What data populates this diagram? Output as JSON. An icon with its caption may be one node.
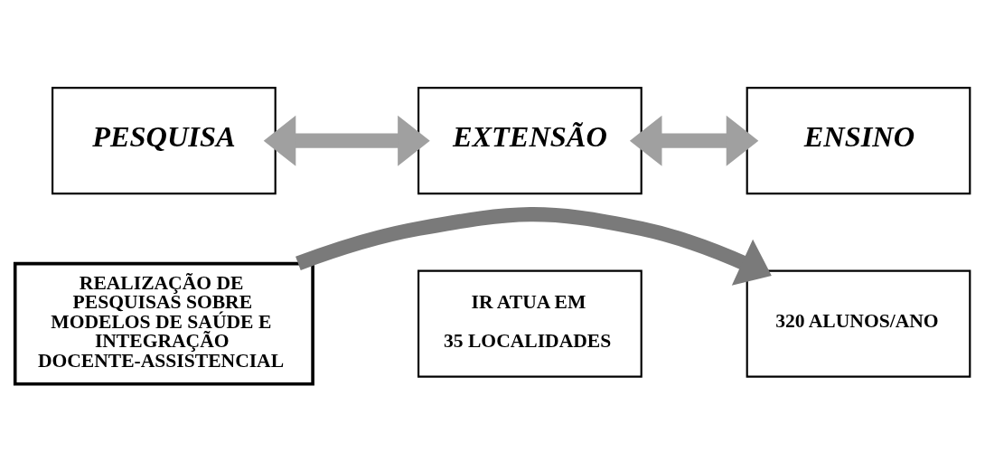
{
  "diagram": {
    "nodes": [
      {
        "text": [
          "PESQUISA"
        ]
      },
      {
        "text": [
          "EXTENSÃO"
        ]
      },
      {
        "text": [
          "ENSINO"
        ]
      },
      {
        "text": [
          "REALIZAÇÃO DE PESQUISAS SOBRE MODELOS DE SAÚDE E INTEGRAÇÃO DOCENTE-ASSISTENCIAL"
        ]
      },
      {
        "text": [
          "IR ATUA EM",
          "35 LOCALIDADES"
        ]
      },
      {
        "text": [
          "320 ALUNOS/ANO"
        ]
      }
    ],
    "edges": [
      {
        "from": 0,
        "to": 1,
        "arrow": "both"
      },
      {
        "from": 1,
        "to": 2,
        "arrow": "both"
      },
      {
        "from": 3,
        "to": 5,
        "arrow": "to",
        "color": "#7a7a7a"
      }
    ]
  }
}
